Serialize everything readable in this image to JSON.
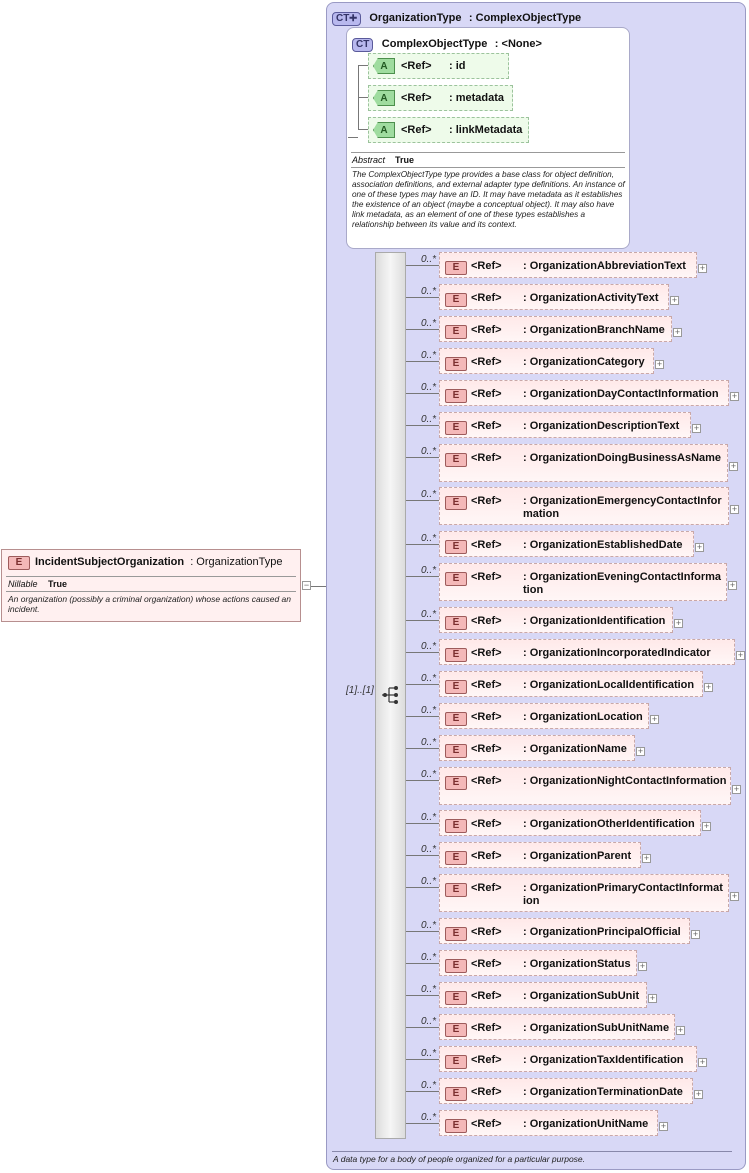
{
  "main_element": {
    "badge": "E",
    "name": "IncidentSubjectOrganization",
    "type": ": OrganizationType",
    "prop_label": "Nillable",
    "prop_value": "True",
    "description": "An organization (possibly a criminal organization) whose actions caused an incident."
  },
  "complex_type": {
    "badge": "CT",
    "name": "OrganizationType",
    "type": ": ComplexObjectType",
    "description": "A data type for a body of people organized for a particular purpose."
  },
  "base_type": {
    "badge": "CT",
    "name": "ComplexObjectType",
    "type": ": <None>",
    "prop_label": "Abstract",
    "prop_value": "True",
    "description": "The ComplexObjectType type provides a base class for object definition, association definitions, and external adapter type definitions. An instance of one of these types may have an ID. It may have metadata as it establishes the existence of an object (maybe a conceptual object). It may also have link metadata, as an element of one of these types establishes a relationship between its value and its context.",
    "attributes": [
      {
        "badge": "A",
        "ref": "<Ref>",
        "name": ": id"
      },
      {
        "badge": "A",
        "ref": "<Ref>",
        "name": ": metadata"
      },
      {
        "badge": "A",
        "ref": "<Ref>",
        "name": ": linkMetadata"
      }
    ]
  },
  "sequence": {
    "cardinality": "[1]..[1]"
  },
  "elements": [
    {
      "badge": "E",
      "ref": "<Ref>",
      "name": ": OrganizationAbbreviationText",
      "card": "0..*"
    },
    {
      "badge": "E",
      "ref": "<Ref>",
      "name": ": OrganizationActivityText",
      "card": "0..*"
    },
    {
      "badge": "E",
      "ref": "<Ref>",
      "name": ": OrganizationBranchName",
      "card": "0..*"
    },
    {
      "badge": "E",
      "ref": "<Ref>",
      "name": ": OrganizationCategory",
      "card": "0..*"
    },
    {
      "badge": "E",
      "ref": "<Ref>",
      "name": ": OrganizationDayContactInformation",
      "card": "0..*"
    },
    {
      "badge": "E",
      "ref": "<Ref>",
      "name": ": OrganizationDescriptionText",
      "card": "0..*"
    },
    {
      "badge": "E",
      "ref": "<Ref>",
      "name": ": OrganizationDoingBusinessAsName",
      "card": "0..*"
    },
    {
      "badge": "E",
      "ref": "<Ref>",
      "name": ": OrganizationEmergencyContactInformation",
      "card": "0..*"
    },
    {
      "badge": "E",
      "ref": "<Ref>",
      "name": ": OrganizationEstablishedDate",
      "card": "0..*"
    },
    {
      "badge": "E",
      "ref": "<Ref>",
      "name": ": OrganizationEveningContactInformation",
      "card": "0..*"
    },
    {
      "badge": "E",
      "ref": "<Ref>",
      "name": ": OrganizationIdentification",
      "card": "0..*"
    },
    {
      "badge": "E",
      "ref": "<Ref>",
      "name": ": OrganizationIncorporatedIndicator",
      "card": "0..*"
    },
    {
      "badge": "E",
      "ref": "<Ref>",
      "name": ": OrganizationLocalIdentification",
      "card": "0..*"
    },
    {
      "badge": "E",
      "ref": "<Ref>",
      "name": ": OrganizationLocation",
      "card": "0..*"
    },
    {
      "badge": "E",
      "ref": "<Ref>",
      "name": ": OrganizationName",
      "card": "0..*"
    },
    {
      "badge": "E",
      "ref": "<Ref>",
      "name": ": OrganizationNightContactInformation",
      "card": "0..*"
    },
    {
      "badge": "E",
      "ref": "<Ref>",
      "name": ": OrganizationOtherIdentification",
      "card": "0..*"
    },
    {
      "badge": "E",
      "ref": "<Ref>",
      "name": ": OrganizationParent",
      "card": "0..*"
    },
    {
      "badge": "E",
      "ref": "<Ref>",
      "name": ": OrganizationPrimaryContactInformation",
      "card": "0..*"
    },
    {
      "badge": "E",
      "ref": "<Ref>",
      "name": ": OrganizationPrincipalOfficial",
      "card": "0..*"
    },
    {
      "badge": "E",
      "ref": "<Ref>",
      "name": ": OrganizationStatus",
      "card": "0..*"
    },
    {
      "badge": "E",
      "ref": "<Ref>",
      "name": ": OrganizationSubUnit",
      "card": "0..*"
    },
    {
      "badge": "E",
      "ref": "<Ref>",
      "name": ": OrganizationSubUnitName",
      "card": "0..*"
    },
    {
      "badge": "E",
      "ref": "<Ref>",
      "name": ": OrganizationTaxIdentification",
      "card": "0..*"
    },
    {
      "badge": "E",
      "ref": "<Ref>",
      "name": ": OrganizationTerminationDate",
      "card": "0..*"
    },
    {
      "badge": "E",
      "ref": "<Ref>",
      "name": ": OrganizationUnitName",
      "card": "0..*"
    }
  ]
}
